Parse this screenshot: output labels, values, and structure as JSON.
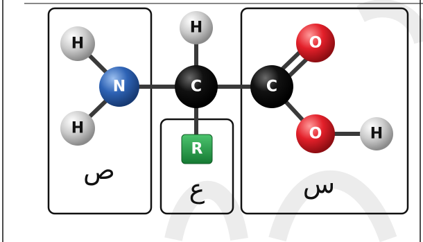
{
  "colors": {
    "hydrogen": "#c9c9c9",
    "nitrogen": "#2e63b5",
    "carbon": "#111111",
    "oxygen": "#e3202a",
    "r_group": "#23a14a",
    "bond": "#3a3a3a",
    "box_stroke": "#111111",
    "watermark": "#ececec"
  },
  "atoms": {
    "h_top_left": "H",
    "h_bottom_left": "H",
    "nitrogen": "N",
    "h_top_center": "H",
    "alpha_carbon": "C",
    "carboxyl_carbon": "C",
    "oxygen_double": "O",
    "oxygen_single": "O",
    "h_hydroxyl": "H",
    "r_group": "R"
  },
  "regions": {
    "amino": {
      "label": "ص"
    },
    "side_chain": {
      "label": "ع"
    },
    "carboxyl": {
      "label": "س"
    }
  }
}
